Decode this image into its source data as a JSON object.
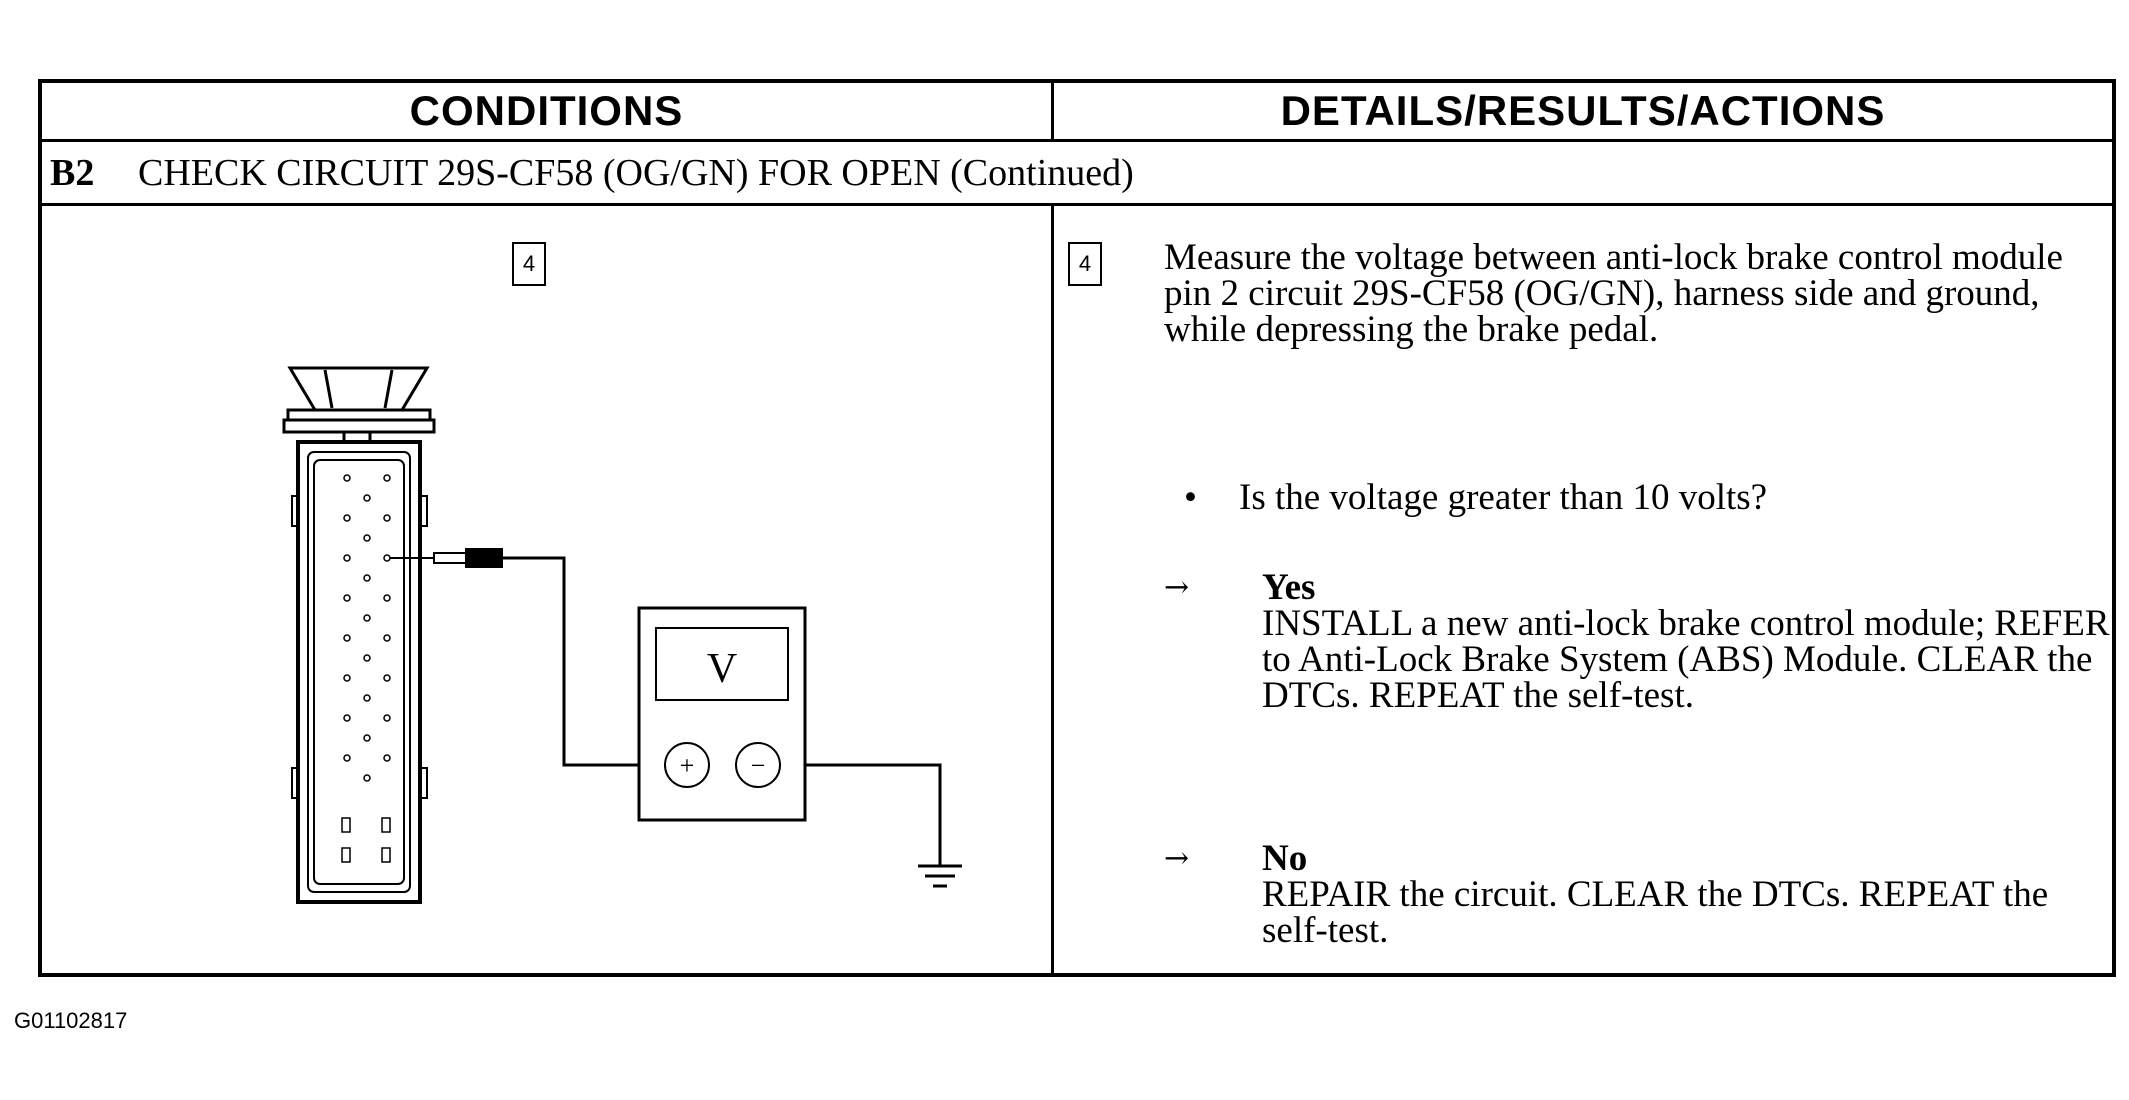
{
  "header": {
    "left_title": "CONDITIONS",
    "right_title": "DETAILS/RESULTS/ACTIONS"
  },
  "step": {
    "id": "B2",
    "title": "CHECK CIRCUIT 29S-CF58 (OG/GN) FOR OPEN (Continued)"
  },
  "conditions": {
    "step_number": "4",
    "meter_label": "V",
    "plus_symbol": "+",
    "minus_symbol": "−"
  },
  "details": {
    "step_number": "4",
    "instruction": "Measure the voltage between anti-lock brake control module pin 2 circuit 29S-CF58 (OG/GN), harness side and ground, while depressing the brake pedal.",
    "bullet": "•",
    "question": "Is the voltage greater than 10 volts?",
    "arrow": "→",
    "yes": {
      "label": "Yes",
      "text": "INSTALL a new anti-lock brake control module; REFER to Anti-Lock Brake System (ABS) Module. CLEAR the DTCs. REPEAT the self-test."
    },
    "no": {
      "label": "No",
      "text": "REPAIR the circuit. CLEAR the DTCs. REPEAT the self-test."
    }
  },
  "footer": {
    "figure_code": "G01102817"
  }
}
